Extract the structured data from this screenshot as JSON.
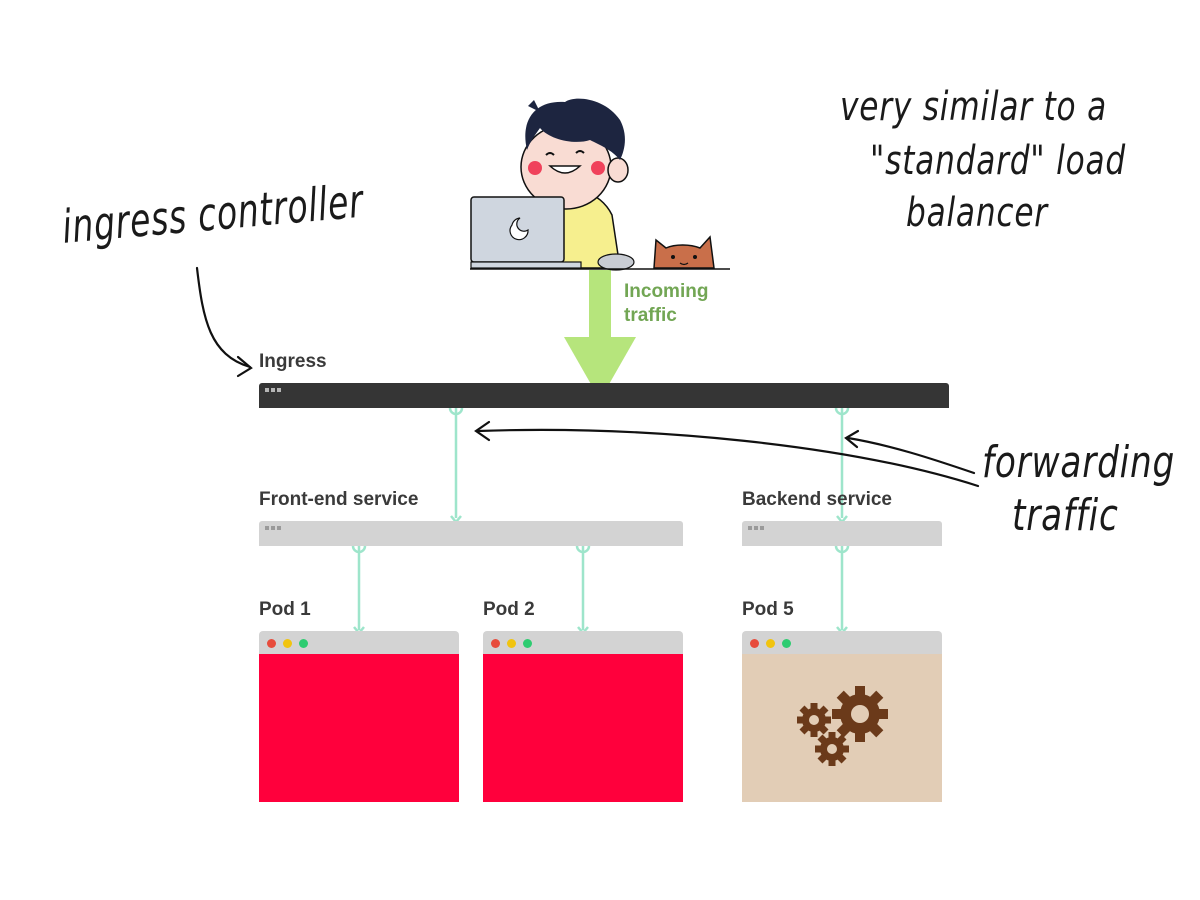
{
  "notes": {
    "ingress_controller": "ingress controller",
    "load_balancer_line1": "very similar to a",
    "load_balancer_line2": "\"standard\" load",
    "load_balancer_line3": "balancer",
    "forwarding_line1": "forwarding",
    "forwarding_line2": "traffic"
  },
  "incoming": {
    "line1": "Incoming",
    "line2": "traffic"
  },
  "ingress": {
    "label": "Ingress"
  },
  "services": [
    {
      "label": "Front-end service"
    },
    {
      "label": "Backend service"
    }
  ],
  "pods": [
    {
      "label": "Pod 1",
      "color": "#ff003c"
    },
    {
      "label": "Pod 2",
      "color": "#ff003c"
    },
    {
      "label": "Pod 5",
      "color": "#e2cdb6",
      "icon": "gears-icon"
    }
  ],
  "colors": {
    "arrow": "#b6e57c",
    "connector": "#9ee5cb",
    "ingress_bar": "#353535",
    "service_bar": "#d3d3d3",
    "traffic_light_red": "#e74c3c",
    "traffic_light_yellow": "#f1c40f",
    "traffic_light_green": "#2ecc71"
  }
}
